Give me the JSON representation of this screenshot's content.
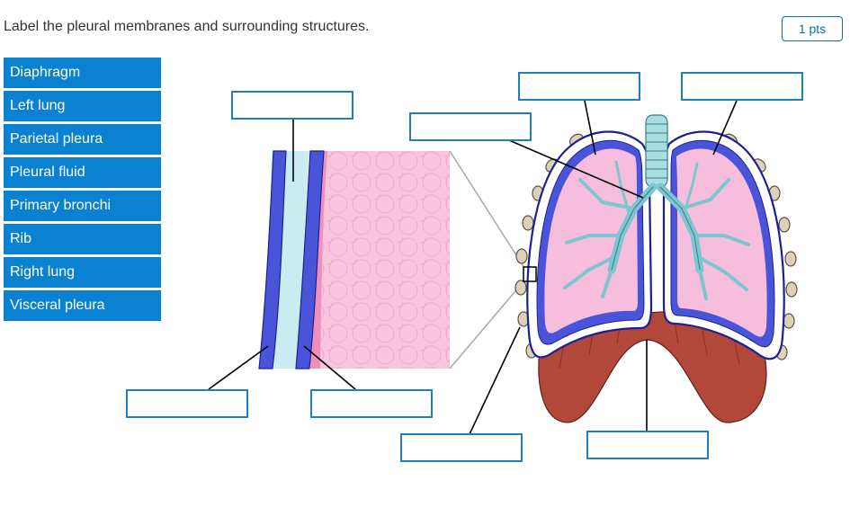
{
  "question": {
    "prompt": "Label the pleural membranes and surrounding structures.",
    "points": "1 pts"
  },
  "label_bank": [
    "Diaphragm",
    "Left lung",
    "Parietal pleura",
    "Pleural fluid",
    "Primary bronchi",
    "Rib",
    "Right lung",
    "Visceral pleura"
  ],
  "colors": {
    "label_bg": "#0a82d1",
    "drop_border": "#1f7fbf",
    "pleura_blue": "#4a54d8",
    "pleural_fluid": "#c8ecef",
    "lung_pink": "#f6bedc",
    "diaphragm": "#b2483a",
    "bronchi": "#7ec6cf",
    "rib": "#ddd2b8"
  }
}
